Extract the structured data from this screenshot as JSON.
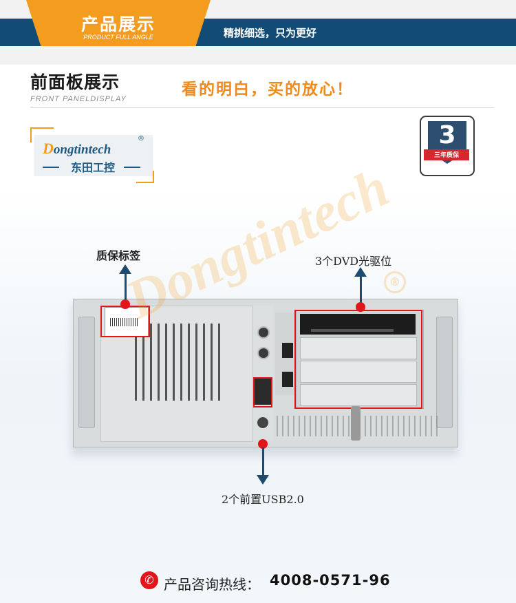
{
  "banner": {
    "title": "产品展示",
    "subtitle": "PRODUCT FULL ANGLE",
    "slogan": "精挑细选，只为更好"
  },
  "section": {
    "title": "前面板展示",
    "subtitle": "FRONT PANELDISPLAY",
    "slogan": "看的明白，买的放心！"
  },
  "logo": {
    "brand_en_initial": "D",
    "brand_en_rest": "ongtintech",
    "registered": "®",
    "brand_cn": "东田工控"
  },
  "badge": {
    "number": "3",
    "text": "三年质保"
  },
  "callouts": {
    "label_sticker": "质保标签",
    "dvd_bays": "3个DVD光驱位",
    "front_usb": "2个前置USB2.0"
  },
  "watermark": {
    "text": "Dongtintech",
    "registered": "®"
  },
  "footer": {
    "label": "产品咨询热线：",
    "phone": "4008-0571-96",
    "icon": "phone-icon"
  },
  "colors": {
    "brand_blue": "#124c76",
    "accent_orange": "#f39c1d",
    "highlight_red": "#e2161a"
  }
}
